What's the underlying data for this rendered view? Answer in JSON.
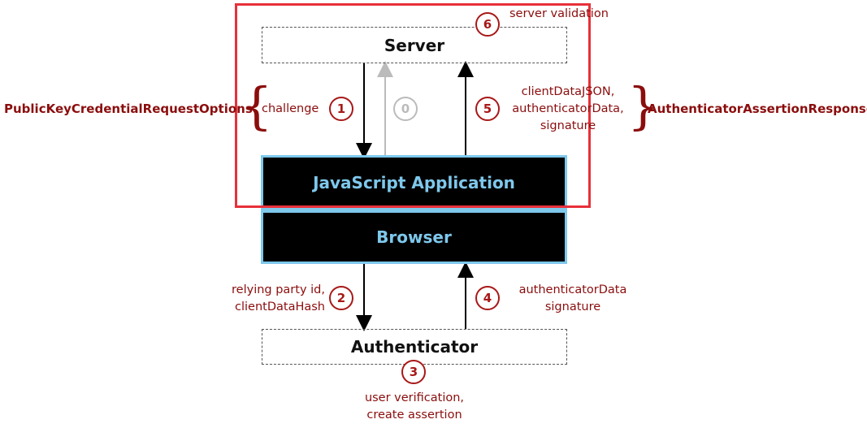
{
  "boxes": {
    "server": "Server",
    "js_app": "JavaScript Application",
    "browser": "Browser",
    "authenticator": "Authenticator"
  },
  "steps": {
    "s0": "0",
    "s1": "1",
    "s2": "2",
    "s3": "3",
    "s4": "4",
    "s5": "5",
    "s6": "6"
  },
  "labels": {
    "server_validation": "server validation",
    "challenge": "challenge",
    "client_data_lines": [
      "clientDataJSON,",
      "authenticatorData,",
      "signature"
    ],
    "relying_lines": [
      "relying party id,",
      "clientDataHash"
    ],
    "auth_data_lines": [
      "authenticatorData",
      "signature"
    ],
    "user_verification_lines": [
      "user verification,",
      "create assertion"
    ]
  },
  "side_labels": {
    "request_options": "PublicKeyCredentialRequestOptions",
    "assertion_response": "AuthenticatorAssertionResponse"
  },
  "colors": {
    "accent_red": "#8b0d0d",
    "highlight_red": "#e8303a",
    "box_blue": "#7ec8ec",
    "inactive_gray": "#bbbbbb"
  }
}
